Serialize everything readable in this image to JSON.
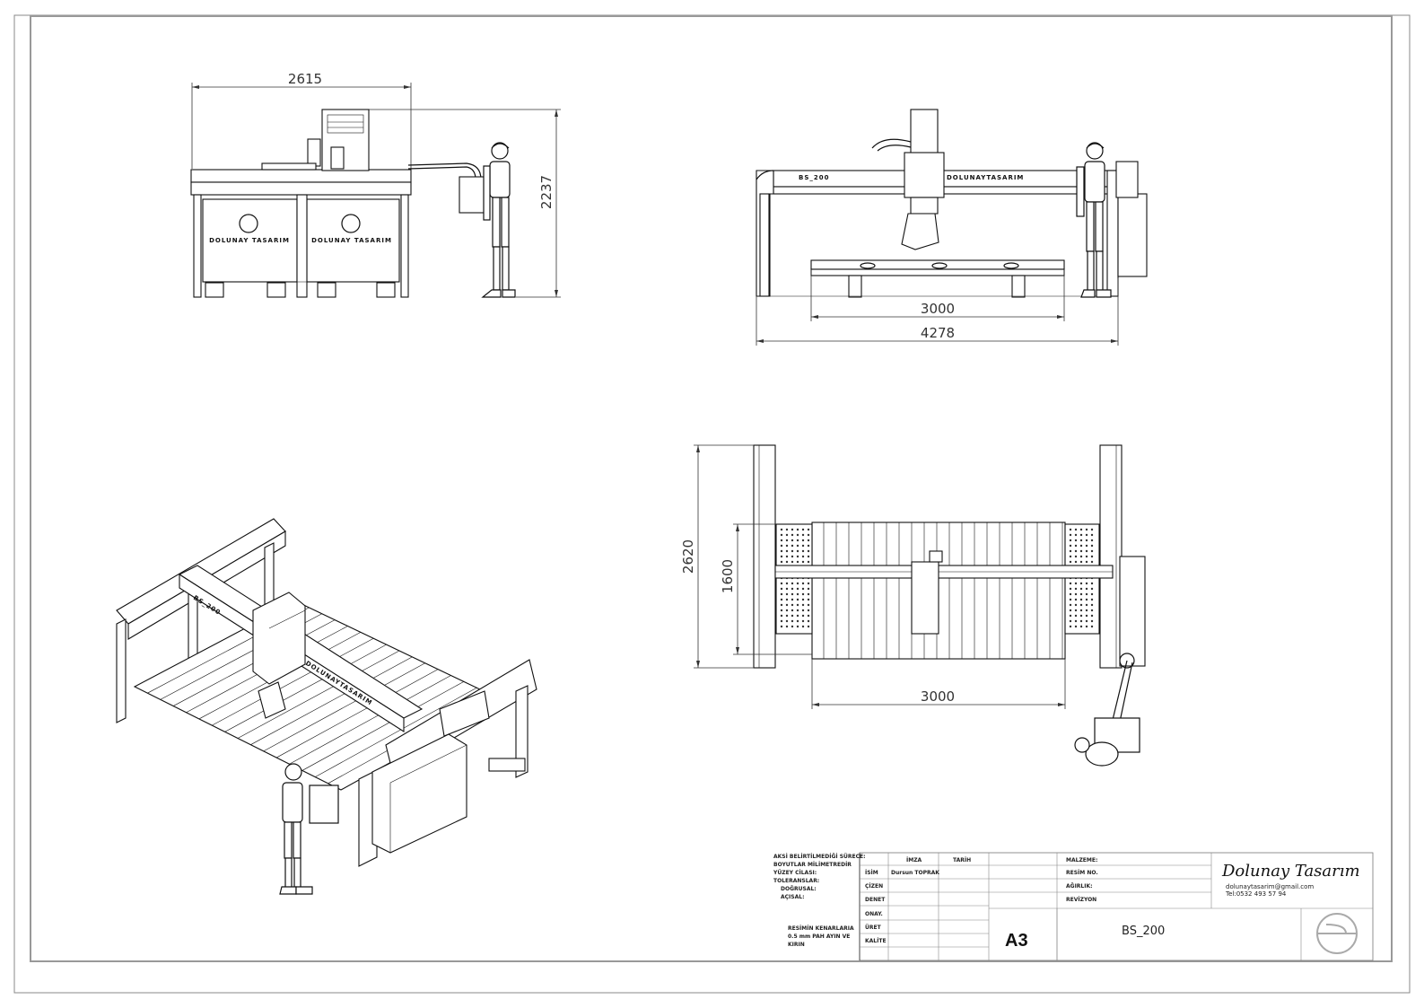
{
  "dimensions": {
    "front_width": "2615",
    "front_height": "2237",
    "side_inner": "3000",
    "side_total": "4278",
    "top_depth": "2620",
    "top_table": "1600",
    "top_width": "3000"
  },
  "machine_labels": {
    "model_badge": "BS_200",
    "brand_bar": "DOLUNAYTASARIM",
    "cabinet_brand": "DOLUNAY TASARIM"
  },
  "title_block": {
    "notes": {
      "line1": "AKSİ BELİRTİLMEDİĞİ SÜRECE:",
      "line2": "BOYUTLAR MİLİMETREDİR",
      "line3": "YÜZEY CİLASI:",
      "line4": "TOLERANSLAR:",
      "line5": "DOĞRUSAL:",
      "line6": "AÇISAL:",
      "edge1": "RESİMİN KENARLARIA",
      "edge2": "0.5 mm PAH AYIN VE",
      "edge3": "KIRIN"
    },
    "header_imza": "İMZA",
    "header_tarih": "TARİH",
    "rows": [
      "İSİM",
      "ÇİZEN",
      "DENET",
      "ONAY.",
      "ÜRET",
      "KALİTE"
    ],
    "drawn_by": "Dursun TOPRAK",
    "malzeme": "MALZEME:",
    "resim_no": "RESİM NO.",
    "agirlik": "AĞIRLIK:",
    "revizyon": "REVİZYON",
    "sheet_size": "A3",
    "drawing_name": "BS_200",
    "company": "Dolunay Tasarım",
    "email": "dolunaytasarim@gmail.com",
    "phone": "Tel:0532 493 57 94"
  }
}
